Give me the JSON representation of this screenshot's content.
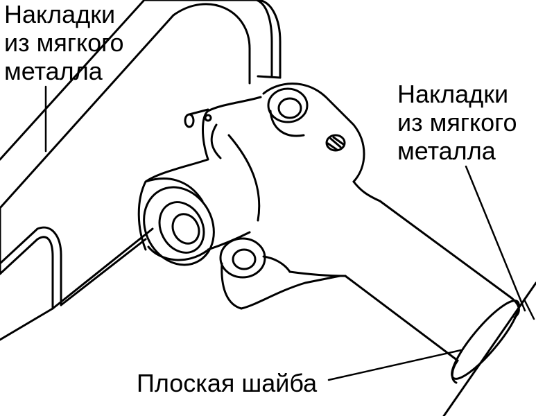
{
  "labels": {
    "top_left": "Накладки\nиз мягкого\nметалла",
    "right": "Накладки\nиз мягкого\nметалла",
    "bottom": "Плоская шайба"
  },
  "colors": {
    "line": "#000000",
    "background": "#ffffff"
  }
}
